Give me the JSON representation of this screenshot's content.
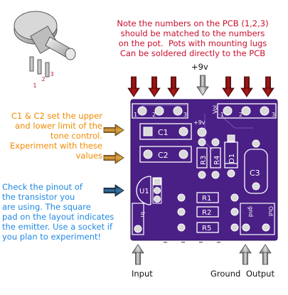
{
  "notes": {
    "pcb_numbers": "Note the numbers on the PCB (1,2,3)\nshould be matched to the numbers\non the pot.  Pots with mounting lugs\nCan be soldered directly to the PCB",
    "tone_caps": "C1 & C2 set the upper\nand lower limit of the\ntone control.\nExperiment with these\nvalues",
    "transistor": "Check the pinout of\nthe transistor you\nare using. The square\npad on the layout indicates\nthe emitter. Use a socket if\nyou plan to experiment!"
  },
  "labels": {
    "supply": "+9v",
    "input": "Input",
    "ground": "Ground",
    "output": "Output"
  },
  "pot_pins": [
    "1",
    "2",
    "3"
  ],
  "pcb": {
    "pin_numbers": [
      "1",
      "2",
      "3",
      "1",
      "2",
      "3"
    ],
    "supply": "+9v",
    "vol": "Vol",
    "in_pad": "In",
    "gnd_pad": "gnd",
    "out_pad": "Out",
    "components": [
      "C1",
      "C2",
      "C3",
      "R1",
      "R2",
      "R3",
      "R4",
      "R5",
      "D1",
      "U1"
    ]
  },
  "colors": {
    "pcb": "#4a1f86",
    "silk": "#ffffff",
    "pad": "#d9d9d9",
    "red_arrow": "#8b1010",
    "orange_arrow": "#c98a2e",
    "blue_arrow": "#1f4f72",
    "grey_arrow": "#9a9a9a"
  }
}
